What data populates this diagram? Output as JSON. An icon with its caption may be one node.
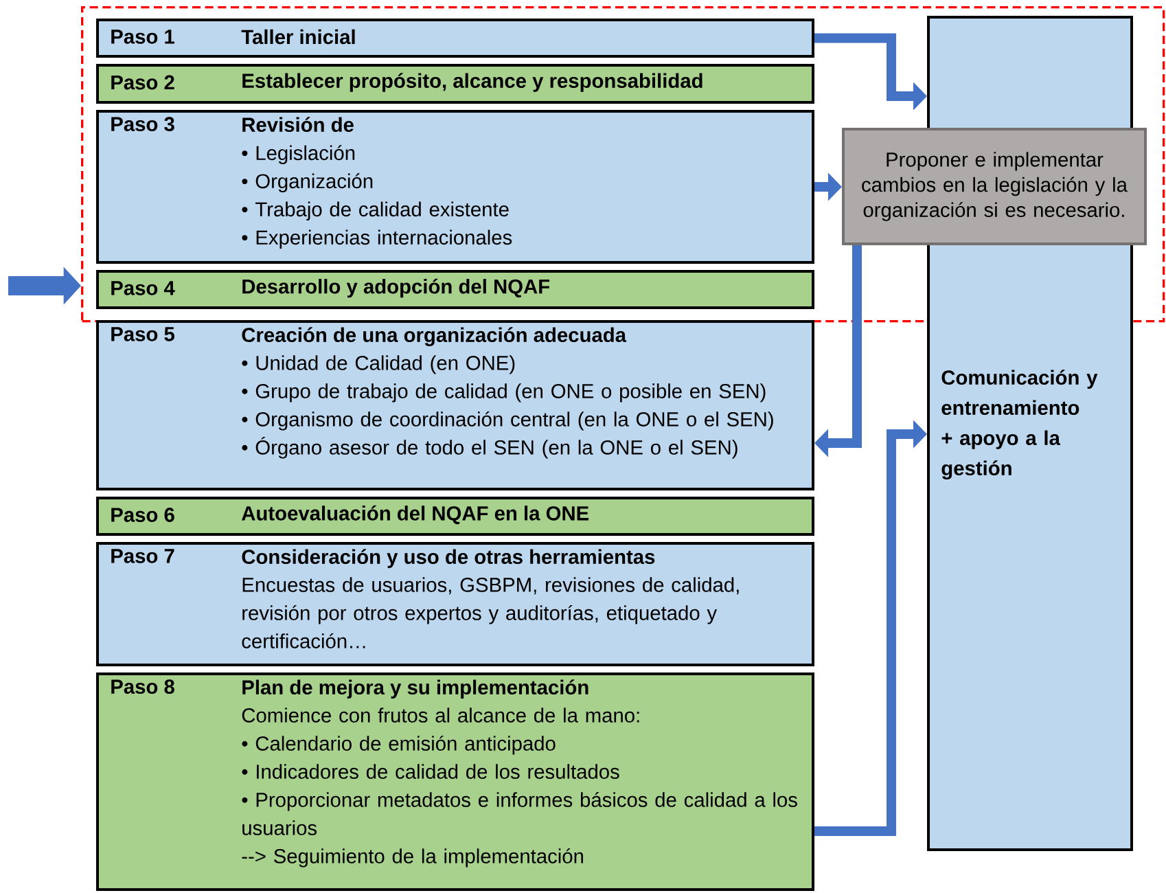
{
  "diagram": {
    "nodes": [
      {
        "text": [],
        "shape": "box"
      },
      {
        "text": [
          "Paso 1",
          "Taller inicial"
        ],
        "in": 0
      },
      {
        "text": [
          "Paso 2",
          "Establecer propósito, alcance y responsabilidad"
        ],
        "in": 0
      },
      {
        "text": [
          "Paso 3",
          "Revisión de",
          "• Legislación",
          "• Organización",
          "• Trabajo de calidad existente",
          "• Experiencias internacionales"
        ],
        "in": 0
      },
      {
        "text": [
          "Paso 4",
          "Desarrollo y adopción del NQAF"
        ],
        "in": 0
      },
      {
        "text": [
          "Paso 5",
          "Creación de una organización adecuada",
          "• Unidad de Calidad (en ONE)",
          "• Grupo de trabajo de calidad (en ONE o posible en SEN)",
          "• Organismo de coordinación central (en la ONE o el SEN)",
          "• Órgano asesor de todo el SEN (en la ONE o el SEN)"
        ]
      },
      {
        "text": [
          "Paso 6",
          "Autoevaluación del NQAF en la ONE"
        ]
      },
      {
        "text": [
          "Paso 7",
          "Consideración y uso de otras herramientas",
          "Encuestas de usuarios, GSBPM, revisiones de calidad, revisión por otros expertos y auditorías, etiquetado y certificación…"
        ]
      },
      {
        "text": [
          "Paso 8",
          "Plan de mejora y su implementación",
          "Comience con frutos al alcance de la mano:",
          "• Calendario de emisión anticipado",
          "• Indicadores de calidad de los resultados",
          "• Proporcionar metadatos e informes básicos de calidad a los usuarios",
          "--> Seguimiento de la implementación"
        ]
      },
      {
        "text": [
          "Proponer e implementar cambios en la legislación y la organización si es necesario."
        ],
        "in": 0
      },
      {
        "text": [
          "Comunicación y entrenamiento + apoyo a la gestión"
        ]
      }
    ],
    "edges": [
      {
        "from": null,
        "to": 0,
        "arrow": "to",
        "style": "thick"
      },
      {
        "from": 3,
        "to": 9,
        "arrow": "to"
      },
      {
        "from": 9,
        "to": 5,
        "arrow": "to"
      },
      {
        "from": 1,
        "to": 10,
        "arrow": "to"
      },
      {
        "from": 8,
        "to": 10,
        "arrow": "to"
      }
    ]
  }
}
